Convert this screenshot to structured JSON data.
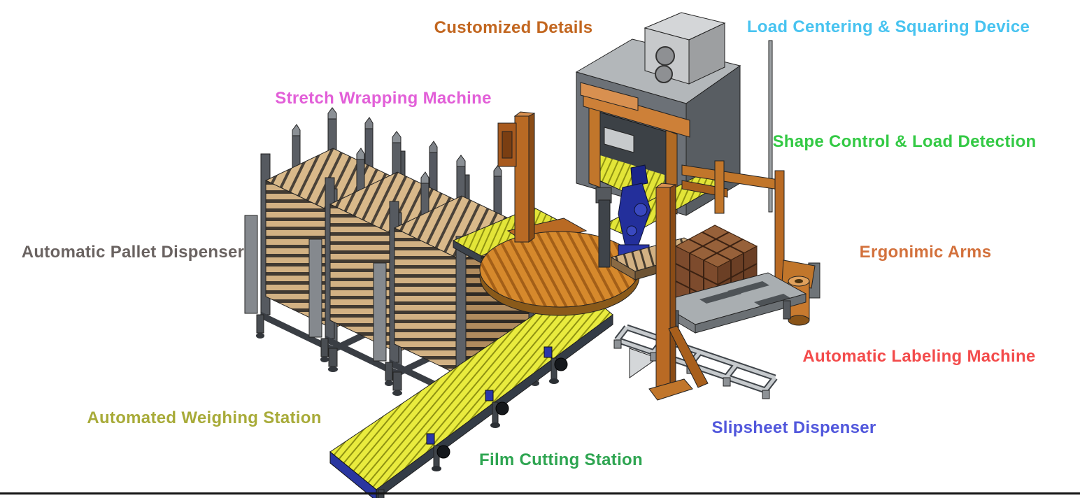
{
  "page": {
    "background": "#ffffff",
    "bottom_rule_color": "#141414"
  },
  "labels": {
    "customized_details": {
      "text": "Customized Details",
      "color": "#c2661f"
    },
    "load_centering": {
      "text": "Load Centering & Squaring Device",
      "color": "#47c3f0"
    },
    "stretch_wrapping": {
      "text": "Stretch Wrapping Machine",
      "color": "#e25fd8"
    },
    "shape_control": {
      "text": "Shape Control & Load Detection",
      "color": "#33c944"
    },
    "pallet_dispenser": {
      "text": "Automatic Pallet Dispenser",
      "color": "#6a6361"
    },
    "ergonimic_arms": {
      "text": "Ergonimic Arms",
      "color": "#d3713c"
    },
    "labeling_machine": {
      "text": "Automatic Labeling Machine",
      "color": "#f34b4b"
    },
    "weighing_station": {
      "text": "Automated Weighing Station",
      "color": "#a8ab39"
    },
    "slipsheet_dispenser": {
      "text": "Slipsheet Dispenser",
      "color": "#5157dc"
    },
    "film_cutting": {
      "text": "Film Cutting Station",
      "color": "#2ea551"
    }
  },
  "illustration": {
    "name": "palletizing-stretch-wrapping-line-3d-view",
    "palette": {
      "conveyor_yellow": "#e9eb3e",
      "machine_orange": "#c1762b",
      "cabinet_gray": "#6c7177",
      "pallet_wood": "#d2b183",
      "carton_brown": "#7d4b2d",
      "robot_blue": "#232f9b",
      "frame_steel": "#c6cacd"
    },
    "parts": [
      "pallet-dispenser-towers",
      "long-roller-conveyor",
      "stretch-wrap-turntable",
      "wrapping-mast",
      "control-cabinet",
      "load-centering-unit",
      "robot-arm",
      "carton-load",
      "wood-pallet",
      "labeling-platform",
      "slipsheet-frame",
      "film-roll-arm",
      "right-mast"
    ]
  }
}
